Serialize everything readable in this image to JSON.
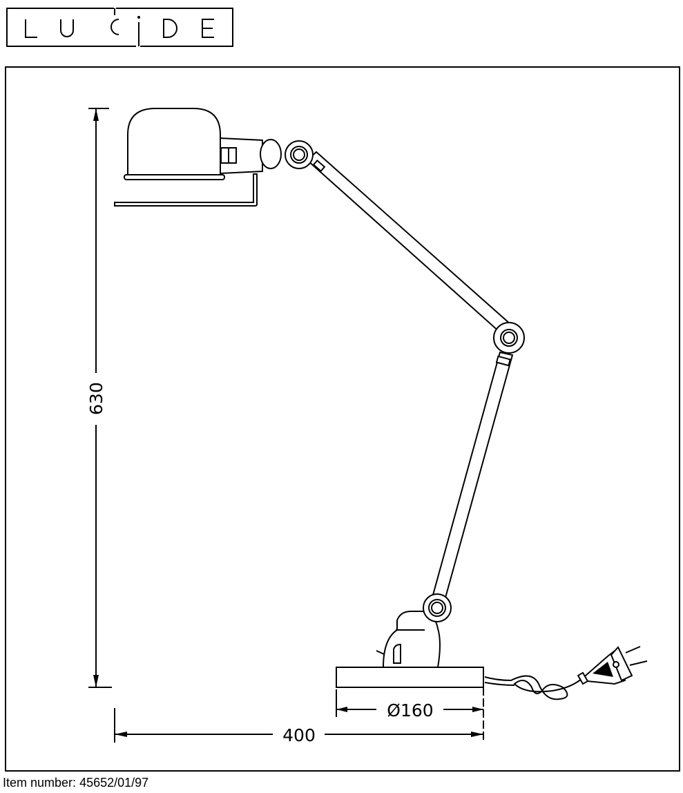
{
  "brand": {
    "logo_text": "LUCIDE"
  },
  "drawing": {
    "height_dimension": "630",
    "width_dimension": "400",
    "base_diameter_dimension": "Ø160"
  },
  "footer": {
    "item_label": "Item number:",
    "item_number": "45652/01/97"
  }
}
